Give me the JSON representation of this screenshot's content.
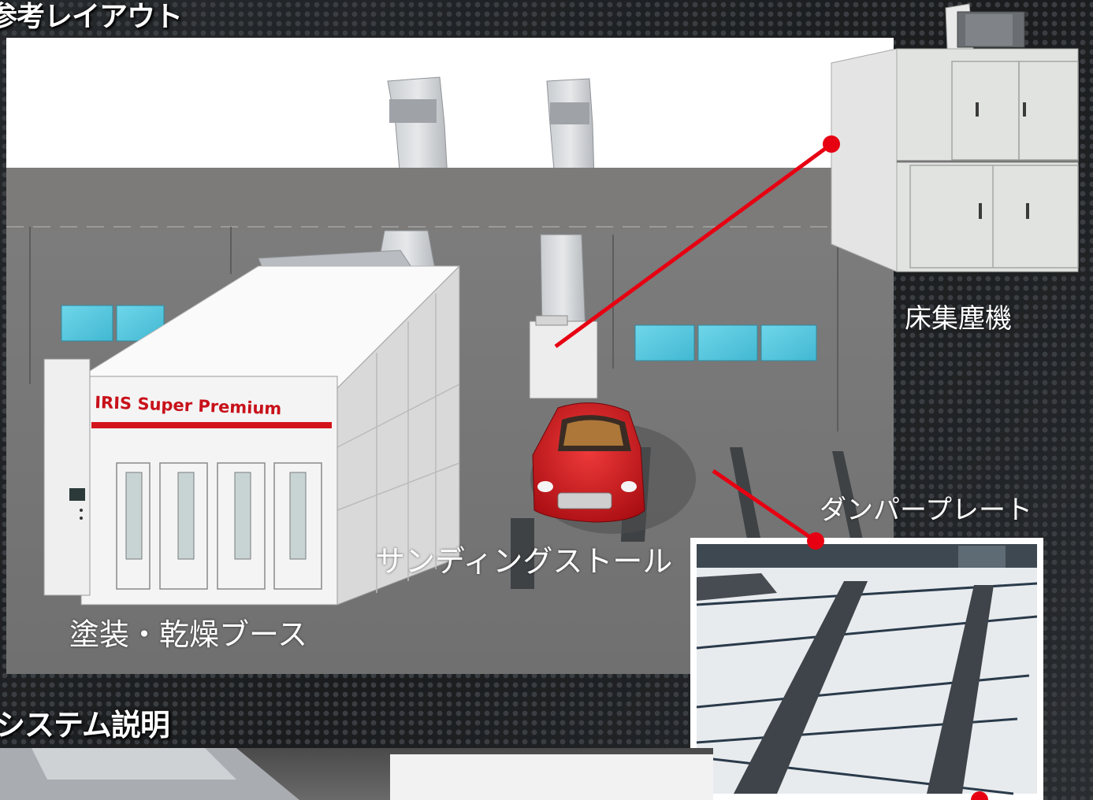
{
  "headings": {
    "layout": "参考レイアウト",
    "system": "システム説明"
  },
  "labels": {
    "floor_collector": "床集塵機",
    "damper_plate": "ダンパープレート",
    "sanding_stool": "サンディングストール",
    "paint_booth": "塗装・乾燥ブース"
  },
  "booth_sign": "IRIS Super Premium",
  "colors": {
    "callout": "#e60012",
    "car": "#d5151b",
    "booth_stripe": "#d4141c"
  },
  "icons": {
    "callout_dot": "red-circle"
  }
}
